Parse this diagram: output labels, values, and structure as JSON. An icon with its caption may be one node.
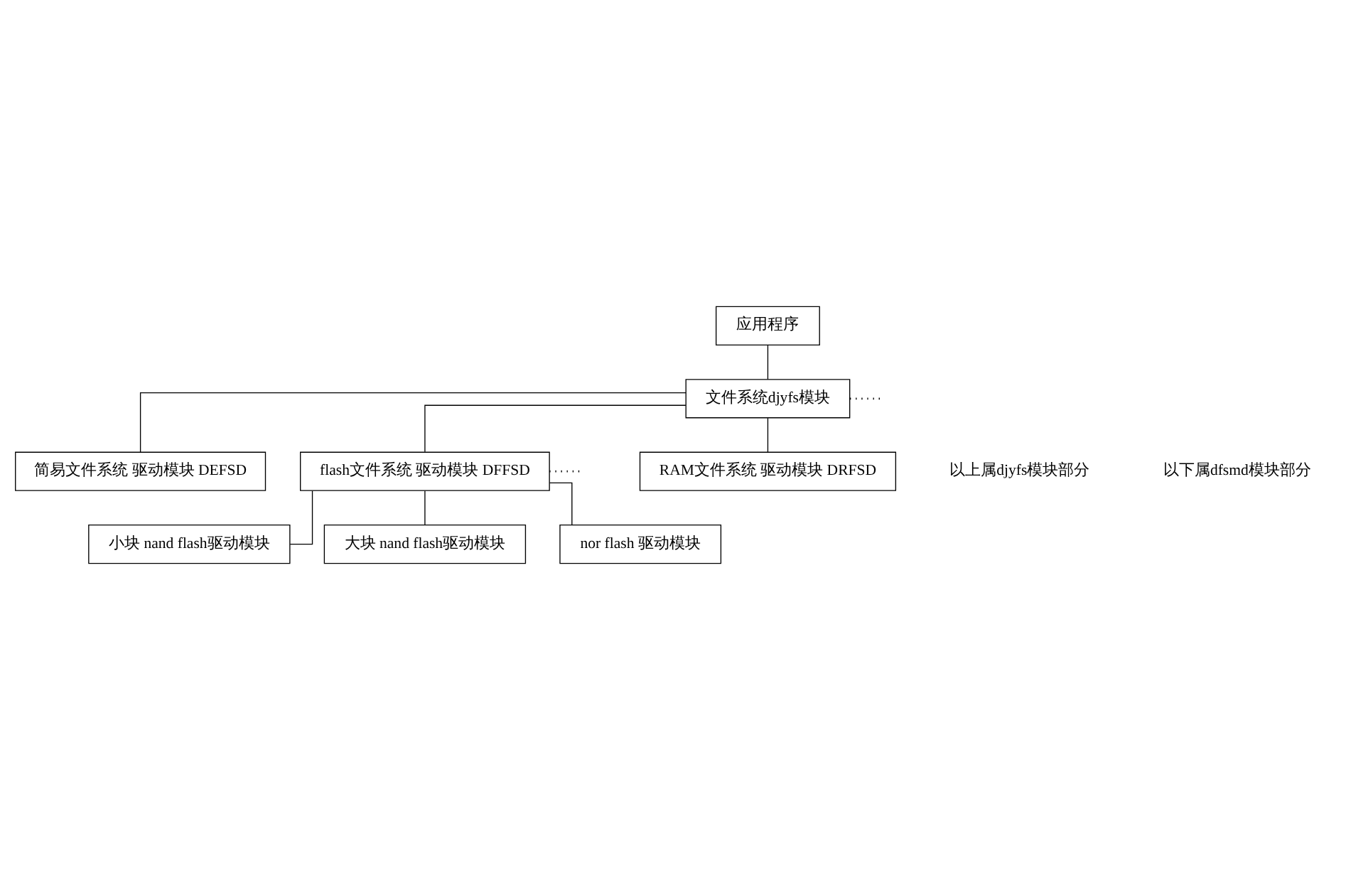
{
  "diagram": {
    "nodes": [
      {
        "text": [
          "应用程序"
        ]
      },
      {
        "text": [
          "文件系统djyfs模块"
        ]
      },
      {
        "text": [
          "简易文件系统 驱动模块 DEFSD"
        ]
      },
      {
        "text": [
          "flash文件系统 驱动模块 DFFSD"
        ]
      },
      {
        "text": [
          "RAM文件系统 驱动模块 DRFSD"
        ]
      },
      {
        "text": [
          "小块 nand flash驱动模块"
        ]
      },
      {
        "text": [
          "大块 nand flash驱动模块"
        ]
      },
      {
        "text": [
          "nor flash 驱动模块"
        ]
      }
    ],
    "edges": [
      {
        "from": 0,
        "to": 1,
        "arrow": "none"
      },
      {
        "from": 1,
        "to": 2,
        "arrow": "none"
      },
      {
        "from": 1,
        "to": 3,
        "arrow": "none"
      },
      {
        "from": 1,
        "to": 4,
        "arrow": "none"
      },
      {
        "from": 1,
        "to": null,
        "arrow": "none",
        "style": "dashed"
      },
      {
        "from": 3,
        "to": 5,
        "arrow": "none"
      },
      {
        "from": 3,
        "to": 6,
        "arrow": "none"
      },
      {
        "from": 3,
        "to": 7,
        "arrow": "none"
      },
      {
        "from": 3,
        "to": null,
        "arrow": "none",
        "style": "dashed"
      }
    ],
    "labels": [
      "以上属djyfs模块部分",
      "以下属dfsmd模块部分"
    ]
  }
}
